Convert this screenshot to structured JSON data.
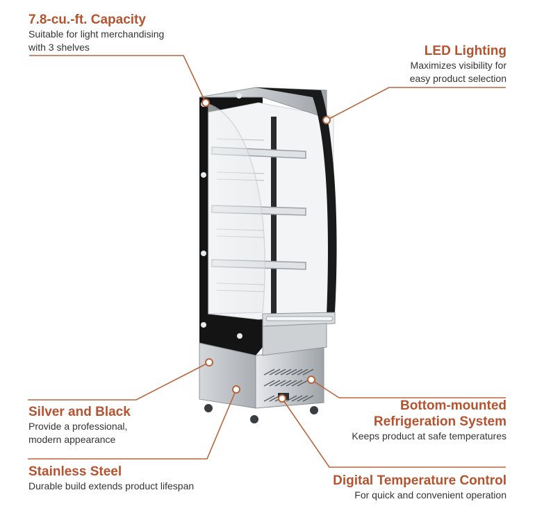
{
  "colors": {
    "accent": "#b6532f",
    "line": "#b8643a",
    "text": "#333333",
    "cabinet_black": "#141414",
    "steel": "#c9cdd1"
  },
  "features": [
    {
      "id": "capacity",
      "title": "7.8-cu.-ft. Capacity",
      "desc": [
        "Suitable for light merchandising",
        "with 3 shelves"
      ]
    },
    {
      "id": "led",
      "title": "LED Lighting",
      "desc": [
        "Maximizes visibility for",
        "easy product selection"
      ]
    },
    {
      "id": "silver",
      "title": "Silver and Black",
      "desc": [
        "Provide a professional,",
        "modern appearance"
      ]
    },
    {
      "id": "refrigeration",
      "title": "Bottom-mounted",
      "title2": "Refrigeration System",
      "desc": [
        "Keeps product at safe temperatures"
      ]
    },
    {
      "id": "stainless",
      "title": "Stainless Steel",
      "desc": [
        "Durable build extends product lifespan"
      ]
    },
    {
      "id": "temperature",
      "title": "Digital Temperature Control",
      "desc": [
        "For quick and convenient operation"
      ]
    }
  ]
}
